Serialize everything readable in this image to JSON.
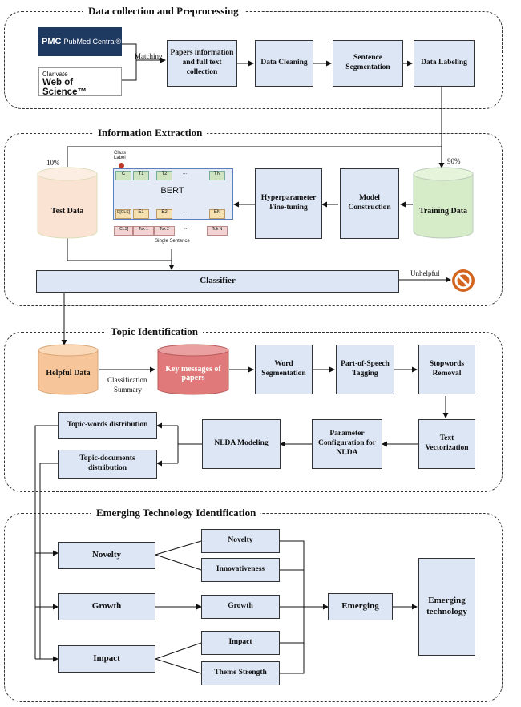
{
  "sections": {
    "s1": "Data collection and Preprocessing",
    "s2": "Information Extraction",
    "s3": "Topic Identification",
    "s4": "Emerging Technology Identification"
  },
  "logos": {
    "pmc_prefix": "PMC",
    "pmc": "PubMed Central®",
    "clarivate": "Clarivate",
    "wos": "Web of Science™"
  },
  "labels": {
    "matching": "Matching",
    "pct10": "10%",
    "pct90": "90%",
    "unhelpful": "Unhelpful",
    "classification": "Classification",
    "summary": "Summary"
  },
  "boxes": {
    "papers": "Papers information and full text collection",
    "cleaning": "Data Cleaning",
    "sentence": "Sentence Segmentation",
    "labeling": "Data Labeling",
    "hyper": "Hyperparameter Fine-tuning",
    "model": "Model Construction",
    "classifier": "Classifier",
    "word_seg": "Word Segmentation",
    "pos": "Part-of-Speech Tagging",
    "stopwords": "Stopwords Removal",
    "vector": "Text Vectorization",
    "param": "Parameter Configuration for NLDA",
    "nlda": "NLDA Modeling",
    "topic_words": "Topic-words distribution",
    "topic_docs": "Topic-documents distribution",
    "novelty": "Novelty",
    "growth": "Growth",
    "impact": "Impact",
    "novelty2": "Novelty",
    "innov": "Innovativeness",
    "growth2": "Growth",
    "impact2": "Impact",
    "theme": "Theme Strength",
    "emerging": "Emerging",
    "emerging_tech": "Emerging technology"
  },
  "cylinders": {
    "test": "Test Data",
    "training": "Training Data",
    "helpful": "Helpful Data",
    "key": "Key messages of papers"
  },
  "bert": {
    "title": "BERT",
    "class_label": "Class Label",
    "single_sentence": "Single Sentence",
    "top": [
      "C",
      "T1",
      "T2",
      "...",
      "TN"
    ],
    "emb": [
      "E[CLS]",
      "E1",
      "E2",
      "...",
      "EN"
    ],
    "tok": [
      "[CLS]",
      "Tok 1",
      "Tok 2",
      "...",
      "Tok N"
    ]
  },
  "colors": {
    "box": "#dde6f5",
    "test": "#fbe3d4",
    "training": "#d6ecc8",
    "helpful": "#f6c69a",
    "key": "#e07a7a",
    "stop": "#d4651f"
  }
}
